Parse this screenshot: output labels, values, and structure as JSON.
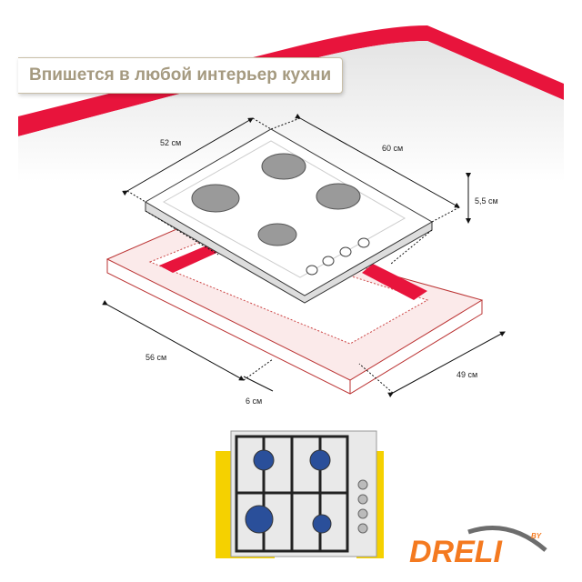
{
  "headline": "Впишется в любой интерьер кухни",
  "dimensions": {
    "hob_depth": "52 см",
    "hob_width": "60 см",
    "hob_height": "5,5 см",
    "cutout_width": "56 см",
    "cutout_margin": "6 см",
    "cutout_depth": "49 см"
  },
  "logo": {
    "name": "DRELI",
    "suffix": "BY"
  },
  "colors": {
    "accent_red": "#e8143c",
    "headline_text": "#a59a80",
    "logo_orange": "#f47a20",
    "logo_gray": "#6d6d6d",
    "frame_yellow": "#f5d100"
  }
}
